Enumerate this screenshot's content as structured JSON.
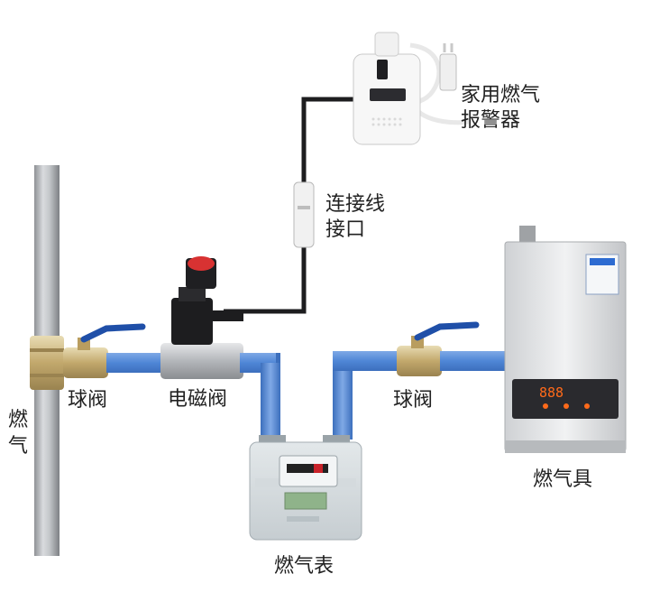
{
  "labels": {
    "alarm": [
      "家用燃气",
      "报警器"
    ],
    "connector": [
      "连接线",
      "接口"
    ],
    "gas_main": [
      "燃",
      "气"
    ],
    "ball_valve_left": "球阀",
    "solenoid_valve": "电磁阀",
    "ball_valve_right": "球阀",
    "gas_meter": "燃气表",
    "gas_appliance": "燃气具"
  },
  "heater_display": "888",
  "colors": {
    "pipe_blue": "#5b8fd8",
    "main_pipe": "#b9bcc0",
    "brass": "#c9b27a",
    "alarm_body": "#f7f7f7",
    "heater_panel": "#2a2a2e",
    "heater_led": "#ff6a1a"
  }
}
